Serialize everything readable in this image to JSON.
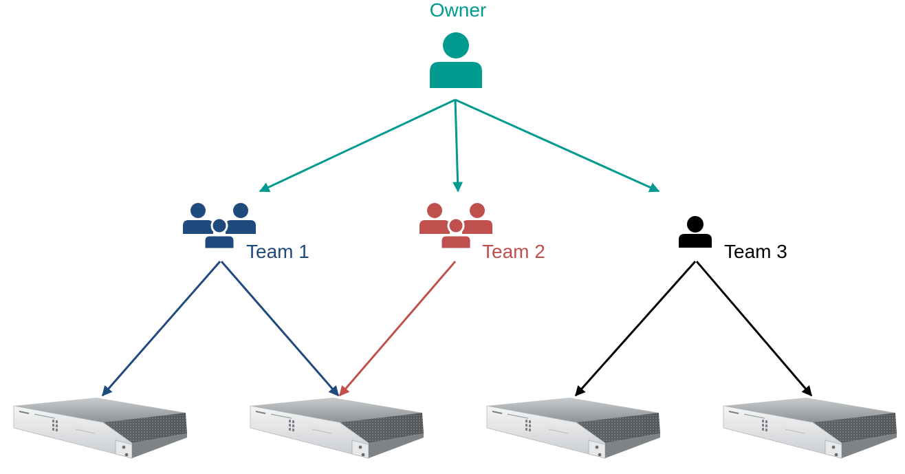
{
  "owner": {
    "label": "Owner",
    "icon": "user-icon"
  },
  "teams": [
    {
      "label": "Team 1",
      "icon": "users-group-icon"
    },
    {
      "label": "Team 2",
      "icon": "users-group-icon"
    },
    {
      "label": "Team 3",
      "icon": "user-icon"
    }
  ],
  "devices": [
    {
      "icon": "rack-server-icon"
    },
    {
      "icon": "rack-server-icon"
    },
    {
      "icon": "rack-server-icon"
    },
    {
      "icon": "rack-server-icon"
    }
  ],
  "colors": {
    "owner": "#009a91",
    "team1": "#1f4a7e",
    "team2": "#c0504d",
    "team3": "#000000"
  }
}
